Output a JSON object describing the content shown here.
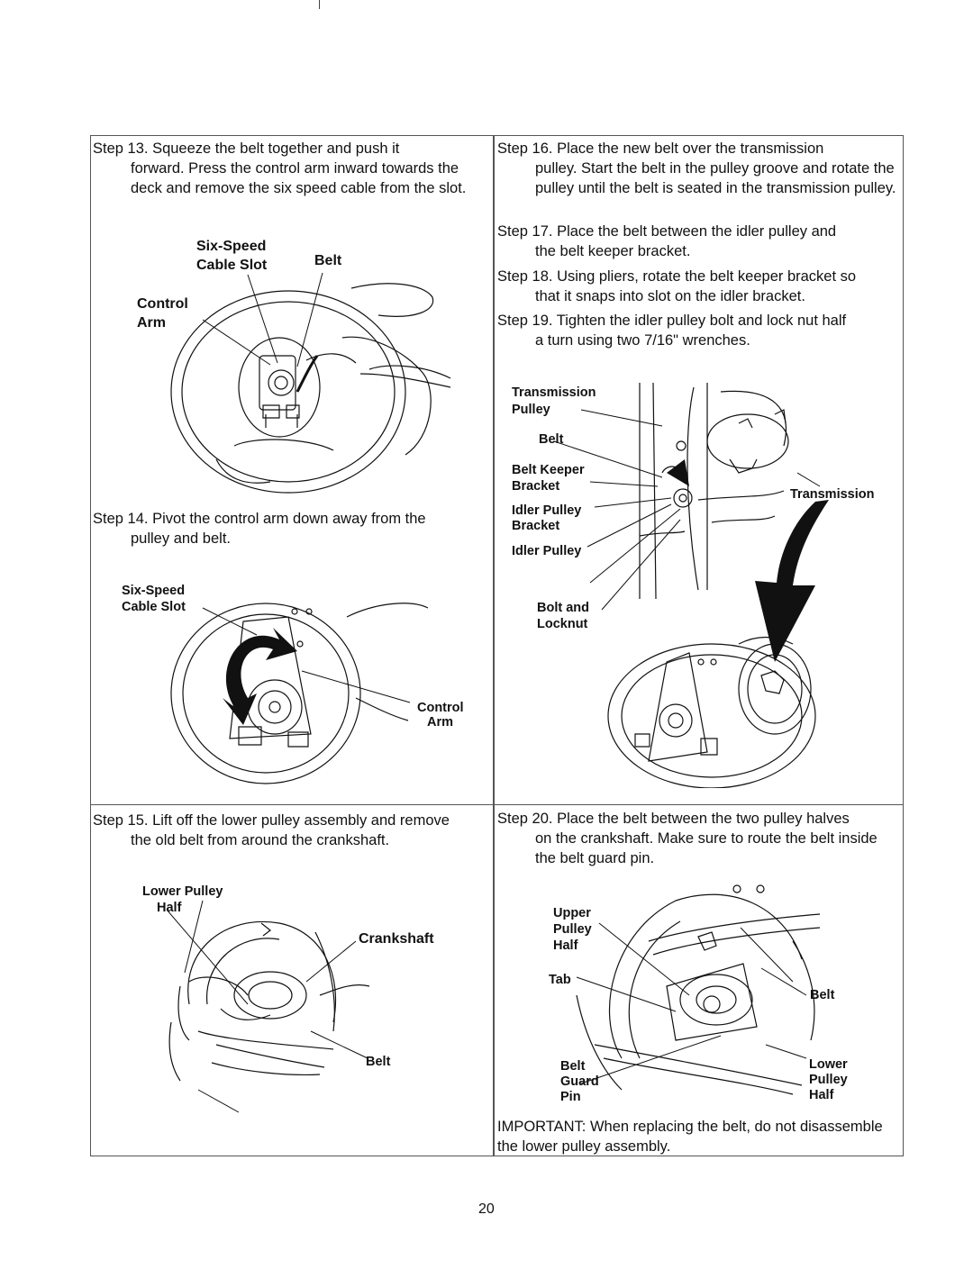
{
  "page_number": "20",
  "steps": {
    "s13": {
      "number": "Step 13.",
      "text_line1": "Squeeze the belt together and push it",
      "text_rest": "forward. Press the control arm inward towards the deck and remove the six speed cable from the slot."
    },
    "s14": {
      "number": "Step 14.",
      "text_line1": "Pivot the control arm down away from the",
      "text_rest": "pulley and belt."
    },
    "s15": {
      "number": "Step 15.",
      "text_line1": "Lift off the lower pulley assembly and remove",
      "text_rest": "the old belt from around the crankshaft."
    },
    "s16": {
      "number": "Step 16.",
      "text_line1": "Place the new belt over the transmission",
      "text_rest": "pulley. Start the belt in the pulley groove and rotate the pulley until the belt is seated in the transmission pulley."
    },
    "s17": {
      "number": "Step 17.",
      "text_line1": "Place the belt between the idler pulley and",
      "text_rest": "the belt keeper bracket."
    },
    "s18": {
      "number": "Step 18.",
      "text_line1": "Using pliers, rotate the belt keeper bracket so",
      "text_rest": "that it snaps into slot on the idler bracket."
    },
    "s19": {
      "number": "Step 19.",
      "text_line1": "Tighten the idler pulley bolt and lock nut half",
      "text_rest": "a turn using two 7/16\" wrenches."
    },
    "s20": {
      "number": "Step 20.",
      "text_line1": "Place the belt between the two pulley halves",
      "text_rest": "on the crankshaft. Make sure to route the belt inside the belt guard pin."
    }
  },
  "important": "IMPORTANT: When replacing the belt, do not disassemble the lower pulley assembly.",
  "figures": {
    "fig1": {
      "six_speed": "Six-Speed",
      "cable_slot": "Cable Slot",
      "belt": "Belt",
      "control": "Control",
      "arm": "Arm"
    },
    "fig2": {
      "six_speed": "Six-Speed",
      "cable_slot": "Cable Slot",
      "control": "Control",
      "arm": "Arm"
    },
    "fig3": {
      "lower_pulley": "Lower Pulley",
      "half": "Half",
      "crankshaft": "Crankshaft",
      "belt": "Belt"
    },
    "fig4": {
      "transmission_pulley_1": "Transmission",
      "transmission_pulley_2": "Pulley",
      "belt": "Belt",
      "belt_keeper_1": "Belt Keeper",
      "belt_keeper_2": "Bracket",
      "idler_bracket_1": "Idler Pulley",
      "idler_bracket_2": "Bracket",
      "idler_pulley": "Idler Pulley",
      "bolt_1": "Bolt and",
      "bolt_2": "Locknut",
      "transmission": "Transmission"
    },
    "fig5": {
      "upper_1": "Upper",
      "upper_2": "Pulley",
      "upper_3": "Half",
      "tab": "Tab",
      "belt": "Belt",
      "guard_1": "Belt",
      "guard_2": "Guard",
      "guard_3": "Pin",
      "lower_1": "Lower",
      "lower_2": "Pulley",
      "lower_3": "Half"
    }
  }
}
